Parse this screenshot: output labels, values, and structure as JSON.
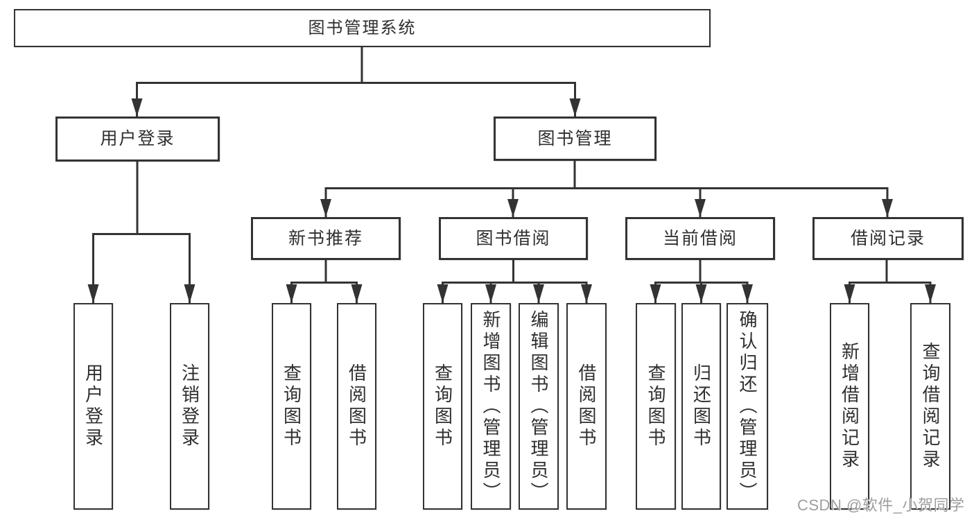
{
  "diagram_title": "图书管理系统",
  "nodes": {
    "root": {
      "label": "图书管理系统"
    },
    "level2": [
      {
        "label": "用户登录",
        "parent": "图书管理系统"
      },
      {
        "label": "图书管理",
        "parent": "图书管理系统"
      }
    ],
    "level3": [
      {
        "label": "新书推荐",
        "parent": "图书管理"
      },
      {
        "label": "图书借阅",
        "parent": "图书管理"
      },
      {
        "label": "当前借阅",
        "parent": "图书管理"
      },
      {
        "label": "借阅记录",
        "parent": "图书管理"
      }
    ],
    "leaves": [
      {
        "label": "用户登录",
        "parent": "用户登录"
      },
      {
        "label": "注销登录",
        "parent": "用户登录"
      },
      {
        "label": "查询图书",
        "parent": "新书推荐"
      },
      {
        "label": "借阅图书",
        "parent": "新书推荐"
      },
      {
        "label": "查询图书",
        "parent": "图书借阅"
      },
      {
        "label": "新增图书（管理员）",
        "parent": "图书借阅"
      },
      {
        "label": "编辑图书（管理员）",
        "parent": "图书借阅"
      },
      {
        "label": "借阅图书",
        "parent": "图书借阅"
      },
      {
        "label": "查询图书",
        "parent": "当前借阅"
      },
      {
        "label": "归还图书",
        "parent": "当前借阅"
      },
      {
        "label": "确认归还（管理员）",
        "parent": "当前借阅"
      },
      {
        "label": "新增借阅记录",
        "parent": "借阅记录"
      },
      {
        "label": "查询借阅记录",
        "parent": "借阅记录"
      }
    ]
  },
  "watermark": "CSDN @软件_小贺同学",
  "colors": {
    "line": "#333333",
    "box_fill": "#ffffff",
    "text": "#2f2f2f",
    "watermark": "#9e9e9e"
  }
}
